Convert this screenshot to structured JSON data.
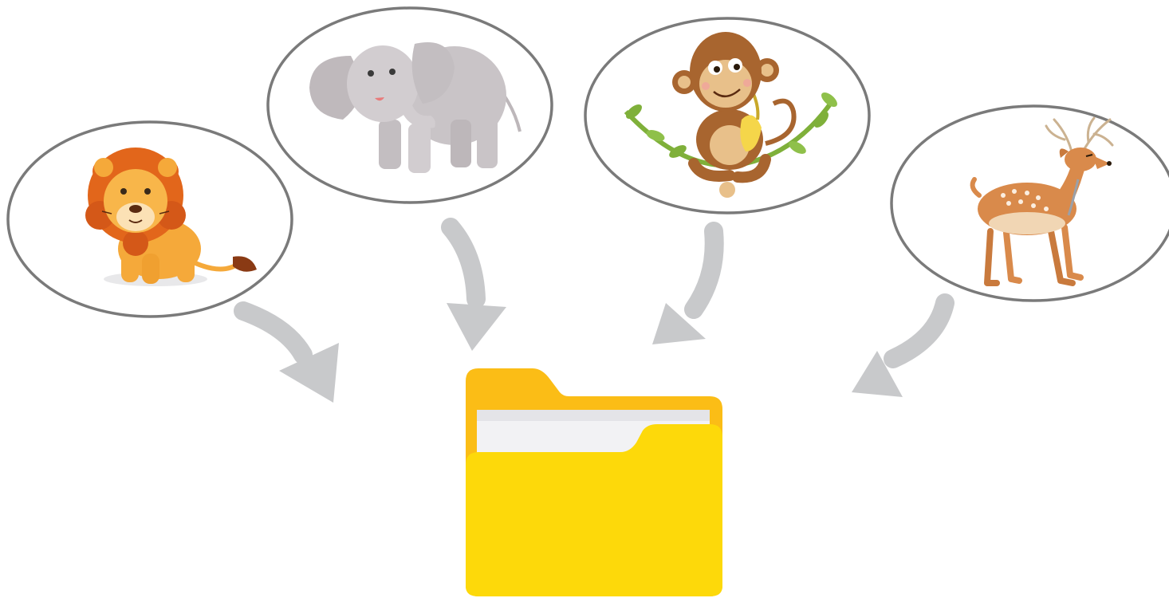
{
  "diagram": {
    "items": [
      {
        "animal": "lion",
        "icon": "lion-icon"
      },
      {
        "animal": "elephant",
        "icon": "elephant-icon"
      },
      {
        "animal": "monkey",
        "icon": "monkey-icon"
      },
      {
        "animal": "deer",
        "icon": "deer-icon"
      }
    ],
    "target": {
      "icon": "folder-icon"
    },
    "colors": {
      "bubble_outline": "#7a7a7a",
      "arrow": "#c8c9cb",
      "folder_back": "#fbbd16",
      "folder_front": "#fdd90a",
      "folder_paper": "#f2f2f4",
      "lion_mane": "#e2661b",
      "lion_body": "#f5a93a",
      "elephant": "#c9c4c7",
      "monkey": "#a8652f",
      "vine": "#7fb03a",
      "deer": "#d98a4b"
    }
  }
}
